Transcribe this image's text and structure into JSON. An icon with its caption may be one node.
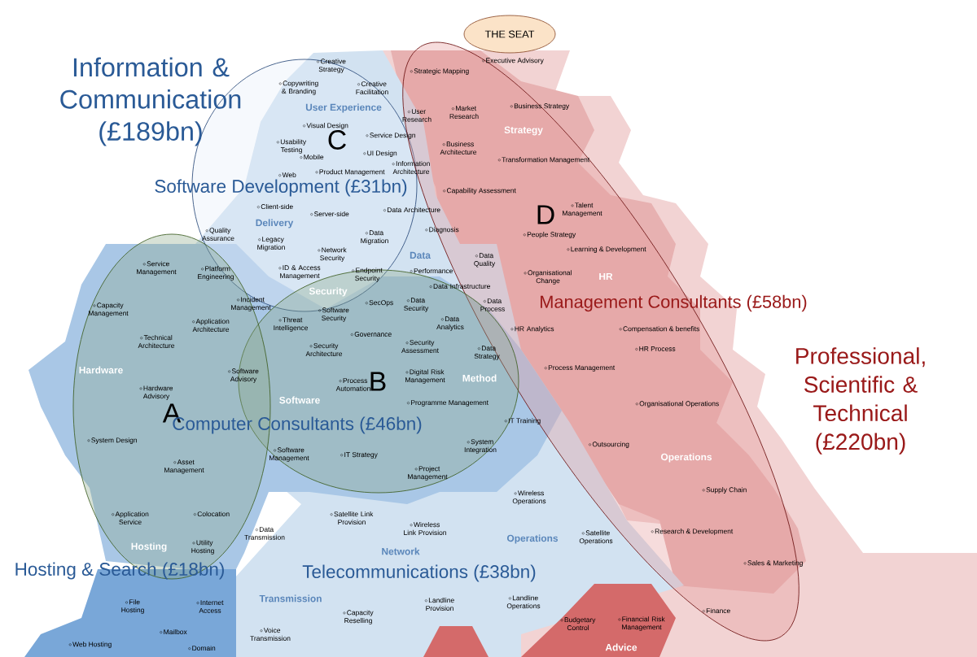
{
  "diagram": {
    "nodes": [
      {
        "text": [
          "THE SEAT"
        ]
      },
      {
        "text": [
          "C"
        ]
      },
      {
        "text": [
          "D"
        ]
      },
      {
        "text": [
          "B"
        ]
      },
      {
        "text": [
          "A"
        ]
      }
    ],
    "labels": [
      "Executive Advisory",
      "Information & Communication (£189bn)",
      "Creative Strategy",
      "Strategic Mapping",
      "Copywriting & Branding",
      "Creative Facilitation",
      "Business Strategy",
      "User Experience",
      "Market Research",
      "User Research",
      "Visual Design",
      "Strategy",
      "Service Design",
      "Usability Testing",
      "Business Architecture",
      "UI Design",
      "Mobile",
      "Transformation Management",
      "Information Architecture",
      "Product Management",
      "Web",
      "Software Development (£31bn)",
      "Capability Assessment",
      "Client-side",
      "Talent Management",
      "Data Architecture",
      "Server-side",
      "Delivery",
      "Diagnosis",
      "Quality Assurance",
      "People Strategy",
      "Data Migration",
      "Legacy Migration",
      "Learning & Development",
      "Data",
      "Network Security",
      "Data Quality",
      "Service Management",
      "Performance",
      "ID & Access Management",
      "Platform Engineering",
      "Endpoint Security",
      "HR",
      "Organisational Change",
      "Data Infrastructure",
      "Security",
      "SecOps",
      "Management Consultants (£58bn)",
      "Incident Management",
      "Data Security",
      "Data Process",
      "Capacity Management",
      "Software Security",
      "Data Analytics",
      "Threat Intelligence",
      "Application Architecture",
      "HR Analytics",
      "Compensation & benefits",
      "Governance",
      "Technical Architecture",
      "Security Assessment",
      "HR Process",
      "Security Architecture",
      "Data Strategy",
      "Process Management",
      "Hardware",
      "Software Advisory",
      "Digital Risk Management",
      "Method",
      "Process Automation",
      "Hardware Advisory",
      "Professional, Scientific & Technical (£220bn)",
      "Software",
      "Programme Management",
      "Organisational Operations",
      "IT Training",
      "Computer Consultants (£46bn)",
      "System Design",
      "Outsourcing",
      "System Integration",
      "Software Management",
      "IT Strategy",
      "Operations",
      "Asset Management",
      "Project Management",
      "Supply Chain",
      "Wireless Operations",
      "Colocation",
      "Application Service",
      "Satellite Link Provision",
      "Wireless Link Provision",
      "Research & Development",
      "Data Transmission",
      "Satellite Operations",
      "Operations",
      "Hosting",
      "Utility Hosting",
      "Network",
      "Sales & Marketing",
      "Hosting & Search (£18bn)",
      "Telecommunications (£38bn)",
      "Transmission",
      "Landline Operations",
      "Landline Provision",
      "File Hosting",
      "Internet Access",
      "Finance",
      "Capacity Reselling",
      "Budgetary Control",
      "Financial Risk Management",
      "Mailbox",
      "Voice Transmission",
      "Web Hosting",
      "Advice",
      "Domain"
    ]
  }
}
